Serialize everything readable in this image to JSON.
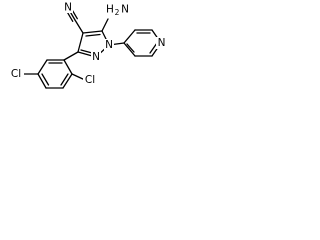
{
  "molecule": {
    "atoms": {
      "nitrile_n": "N",
      "amino_h": "H",
      "amino_h_count": "2",
      "amino_n": "N",
      "pyrazole_n1": "N",
      "pyrazole_n2": "N",
      "pyridine_n": "N",
      "chloro_ortho": "Cl",
      "chloro_para": "Cl"
    }
  }
}
